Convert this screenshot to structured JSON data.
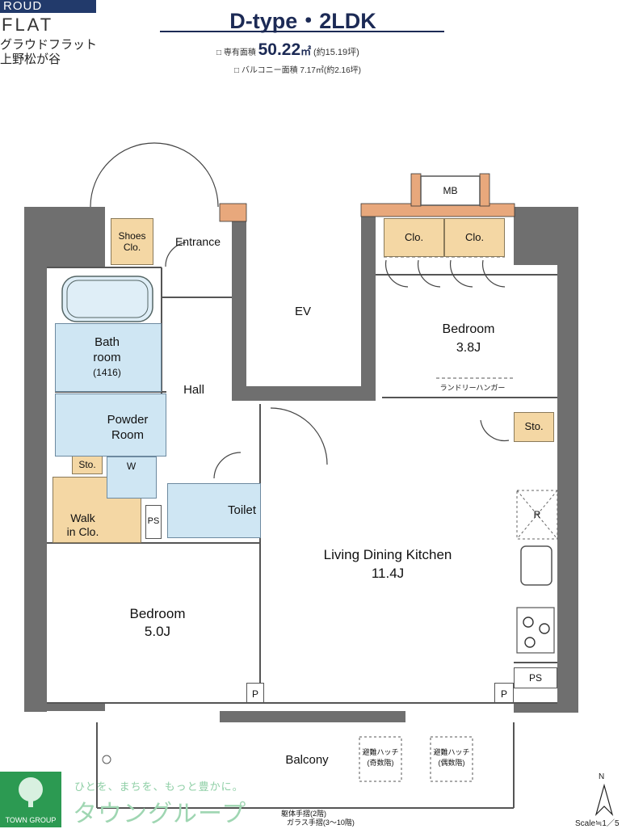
{
  "brand": {
    "box_text": "ROUD",
    "flat_text": "FLAT",
    "jp_line1": "グラウドフラット",
    "jp_line2": "上野松が谷"
  },
  "header": {
    "title": "D-type・2LDK",
    "area_prefix": "□ 専有面積",
    "area_value": "50.22",
    "area_unit": "㎡",
    "area_tsubo": "(約15.19坪)",
    "balcony_area": "□ バルコニー面積 7.17㎡(約2.16坪)"
  },
  "rooms": {
    "shoes_clo": "Shoes\nClo.",
    "entrance": "Entrance",
    "ev": "EV",
    "mb": "MB",
    "clo1": "Clo.",
    "clo2": "Clo.",
    "bedroom_a_name": "Bedroom",
    "bedroom_a_size": "3.8J",
    "laundry": "ランドリーハンガー",
    "bath": "Bath\nroom",
    "bath_size": "(1416)",
    "hall": "Hall",
    "powder": "Powder\nRoom",
    "sto1": "Sto.",
    "sto2": "Sto.",
    "w": "W",
    "toilet": "Toilet",
    "ps1": "PS",
    "ps2": "PS",
    "walk_in": "Walk\nin Clo.",
    "ldk_name": "Living Dining Kitchen",
    "ldk_size": "11.4J",
    "r": "R",
    "bedroom_b_name": "Bedroom",
    "bedroom_b_size": "5.0J",
    "p1": "P",
    "p2": "P",
    "balcony": "Balcony",
    "hatch1": "避難ハッチ\n(奇数階)",
    "hatch2": "避難ハッチ\n(偶数階)",
    "rail_note1": "躯体手摺(2階)",
    "rail_note2": "ガラス手摺(3〜10階)"
  },
  "footer": {
    "logo_text": "TOWN GROUP",
    "tagline": "ひとを、まちを、もっと豊かに。",
    "company": "タウングループ",
    "compass": "N",
    "scale": "Scale≒1／5"
  },
  "colors": {
    "title_navy": "#1c2a55",
    "wet_area_blue": "#cfe6f3",
    "storage_tan": "#f4d7a4",
    "wall_gray": "#6f6f6f",
    "logo_green": "#2c9a52"
  }
}
